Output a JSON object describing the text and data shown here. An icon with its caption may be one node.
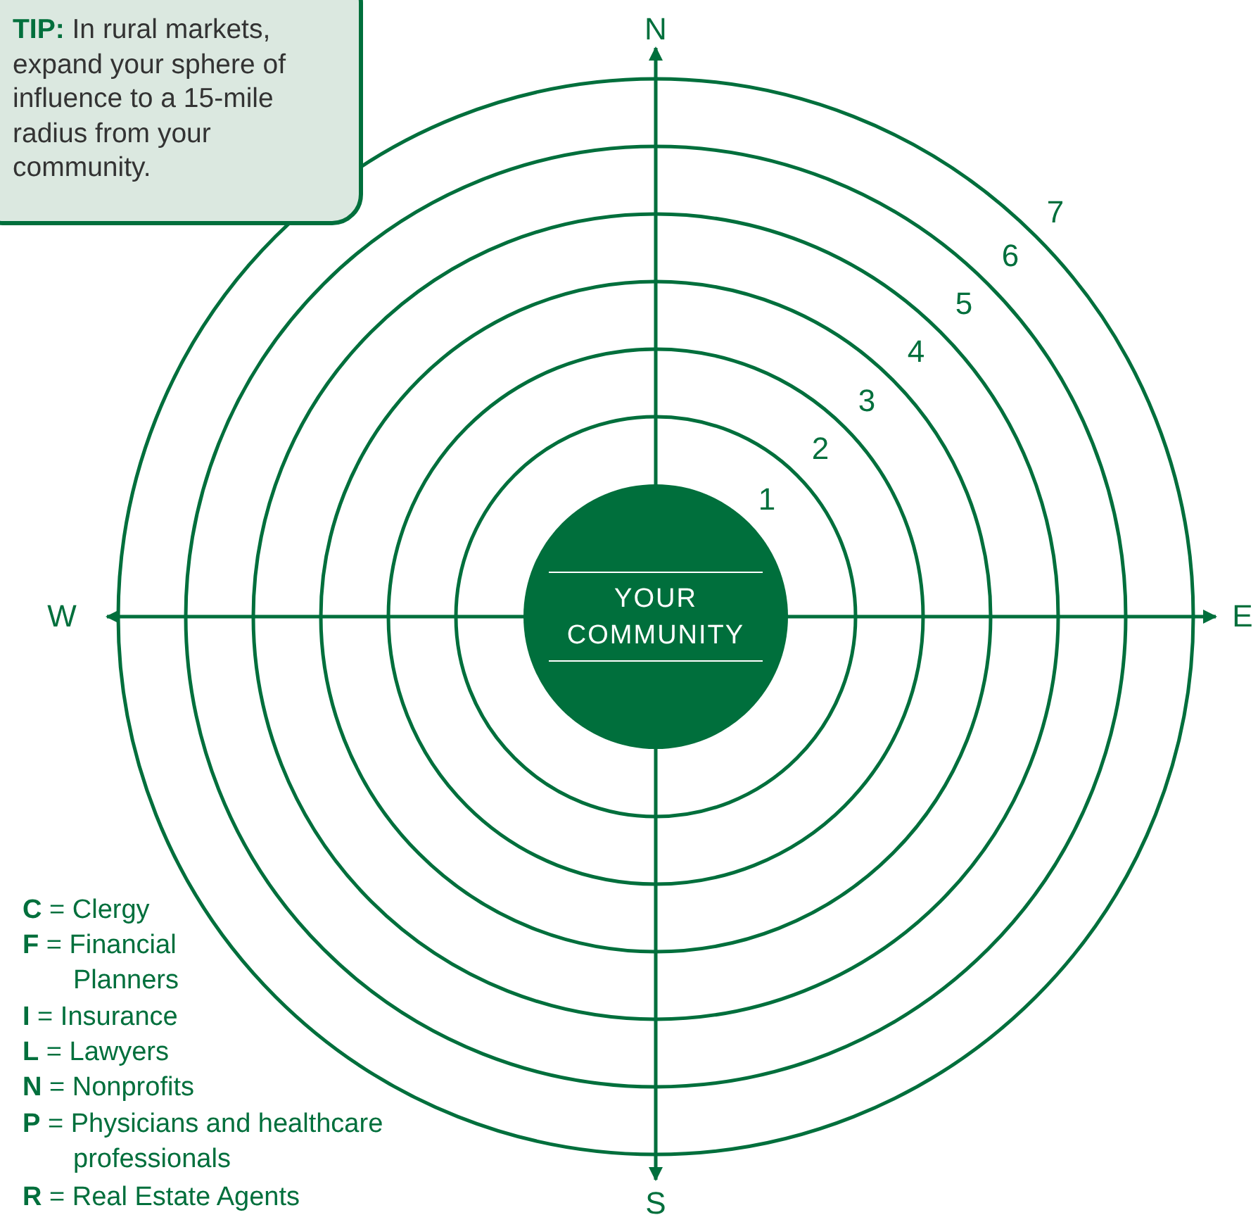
{
  "diagram": {
    "nodes": [
      {
        "text": [
          "**TIP:** In rural markets, expand your sphere of influence to a 15-mile radius from your community."
        ]
      },
      {
        "text": [
          "YOUR COMMUNITY"
        ]
      }
    ],
    "labels": [
      "N",
      "7",
      "6",
      "5",
      "4",
      "3",
      "2",
      "1",
      "W",
      "E",
      "**C** = Clergy",
      "**F** = Financial Planners",
      "**I** = Insurance",
      "**L** = Lawyers",
      "**N** = Nonprofits",
      "**P** = Physicians and healthcare professionals",
      "**R** = Real Estate Agents",
      "S"
    ]
  }
}
